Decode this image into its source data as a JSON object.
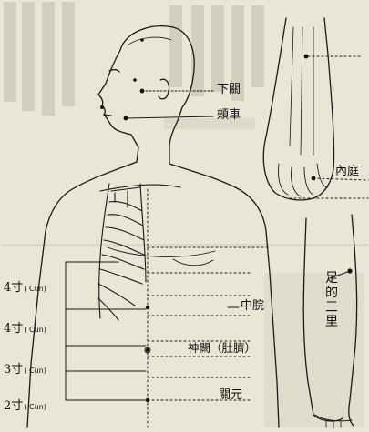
{
  "points": {
    "xiaguan": "下關",
    "jiache": "頰車",
    "neiting": "內庭",
    "zusanli": "足的三里",
    "zhongwan": "中脘",
    "shenque": "神闕（肚臍）",
    "guanyuan": "關元"
  },
  "measures": [
    {
      "value": "4",
      "unit_zh": "寸",
      "unit_en": "( Cun)"
    },
    {
      "value": "4",
      "unit_zh": "寸",
      "unit_en": "( Cun)"
    },
    {
      "value": "3",
      "unit_zh": "寸",
      "unit_en": "( Cun)"
    },
    {
      "value": "2",
      "unit_zh": "寸",
      "unit_en": "( Cun)"
    }
  ],
  "colors": {
    "paper": "#ece4d5",
    "ink": "#1a1a1a",
    "faint": "#b9b1a2"
  }
}
